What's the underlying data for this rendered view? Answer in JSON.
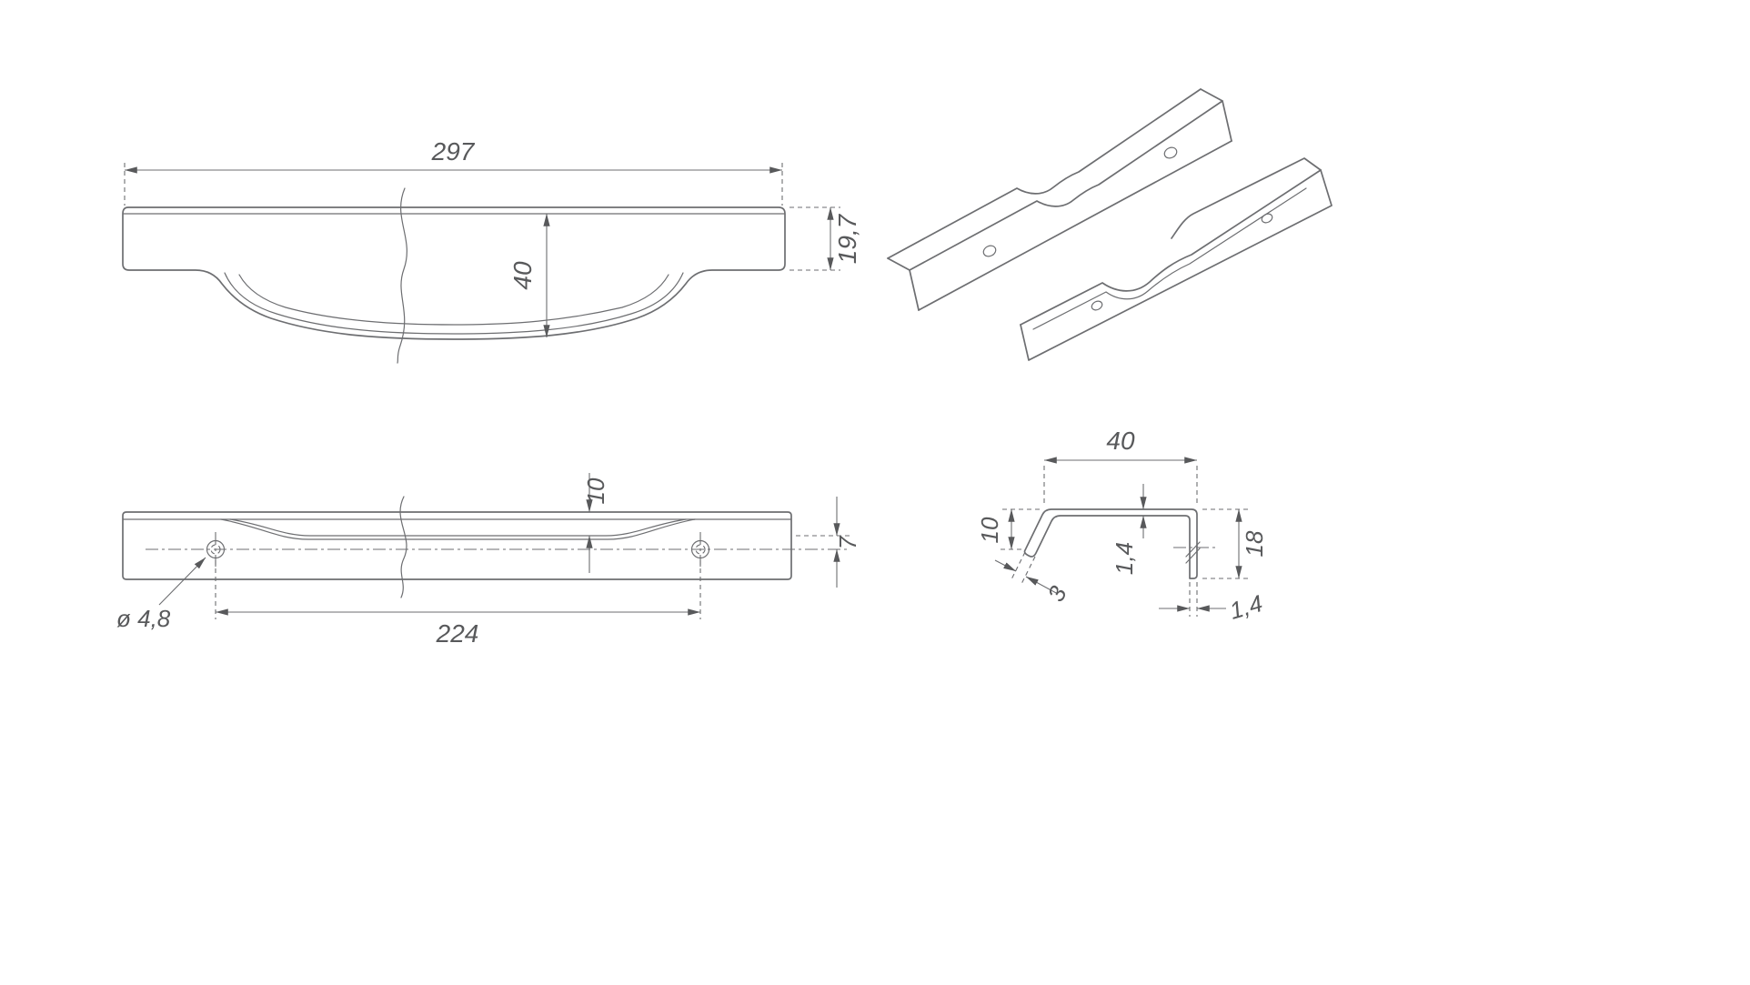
{
  "drawing_type": "technical-drawing-furniture-edge-handle",
  "colors": {
    "line": "#6d6e71",
    "text": "#58595b",
    "background": "#ffffff"
  },
  "views": {
    "front": {
      "length": "297",
      "grip_depth": "40",
      "end_height": "19,7"
    },
    "plan": {
      "front_inset": "10",
      "hole_inset": "7",
      "hole_spacing": "224",
      "hole_diameter": "ø 4,8"
    },
    "section": {
      "width": "40",
      "lip_height": "10",
      "top_thickness": "1,4",
      "height": "18",
      "lip_thickness": "3",
      "wall_thickness": "1,4"
    }
  }
}
